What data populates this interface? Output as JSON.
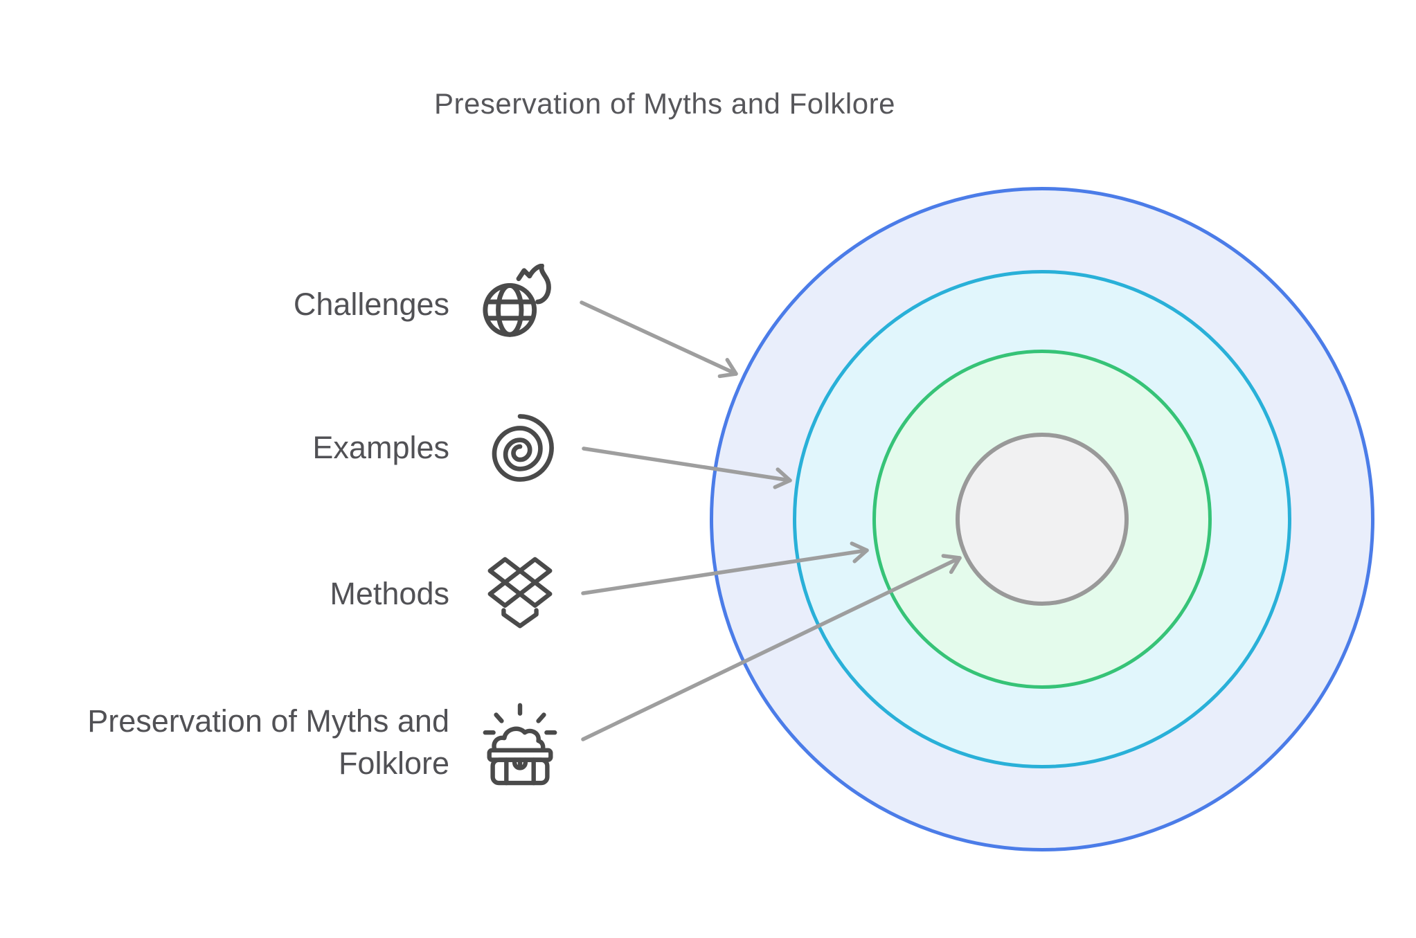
{
  "title": "Preservation of Myths and Folklore",
  "legend": {
    "rows": [
      {
        "label": "Challenges",
        "icon": "globe-fire-icon"
      },
      {
        "label": "Examples",
        "icon": "spiral-icon"
      },
      {
        "label": "Methods",
        "icon": "open-box-icon"
      },
      {
        "label": "Preservation of Myths and Folklore",
        "icon": "treasure-chest-icon"
      }
    ]
  },
  "diagram": {
    "type": "onion-concentric-circles",
    "rings": [
      {
        "level": 1,
        "label": "Challenges",
        "stroke_color": "#4b7ce8",
        "fill_color": "#e9eefb"
      },
      {
        "level": 2,
        "label": "Examples",
        "stroke_color": "#29b0d8",
        "fill_color": "#e1f6fc"
      },
      {
        "level": 3,
        "label": "Methods",
        "stroke_color": "#36c377",
        "fill_color": "#e4fbec"
      },
      {
        "level": 4,
        "label": "Preservation of Myths and Folklore",
        "stroke_color": "#999999",
        "fill_color": "#f1f1f2"
      }
    ],
    "arrow_color": "#9e9e9e",
    "icon_color": "#4a4a4a",
    "label_text_color": "#515155",
    "title_text_color": "#56565a"
  }
}
